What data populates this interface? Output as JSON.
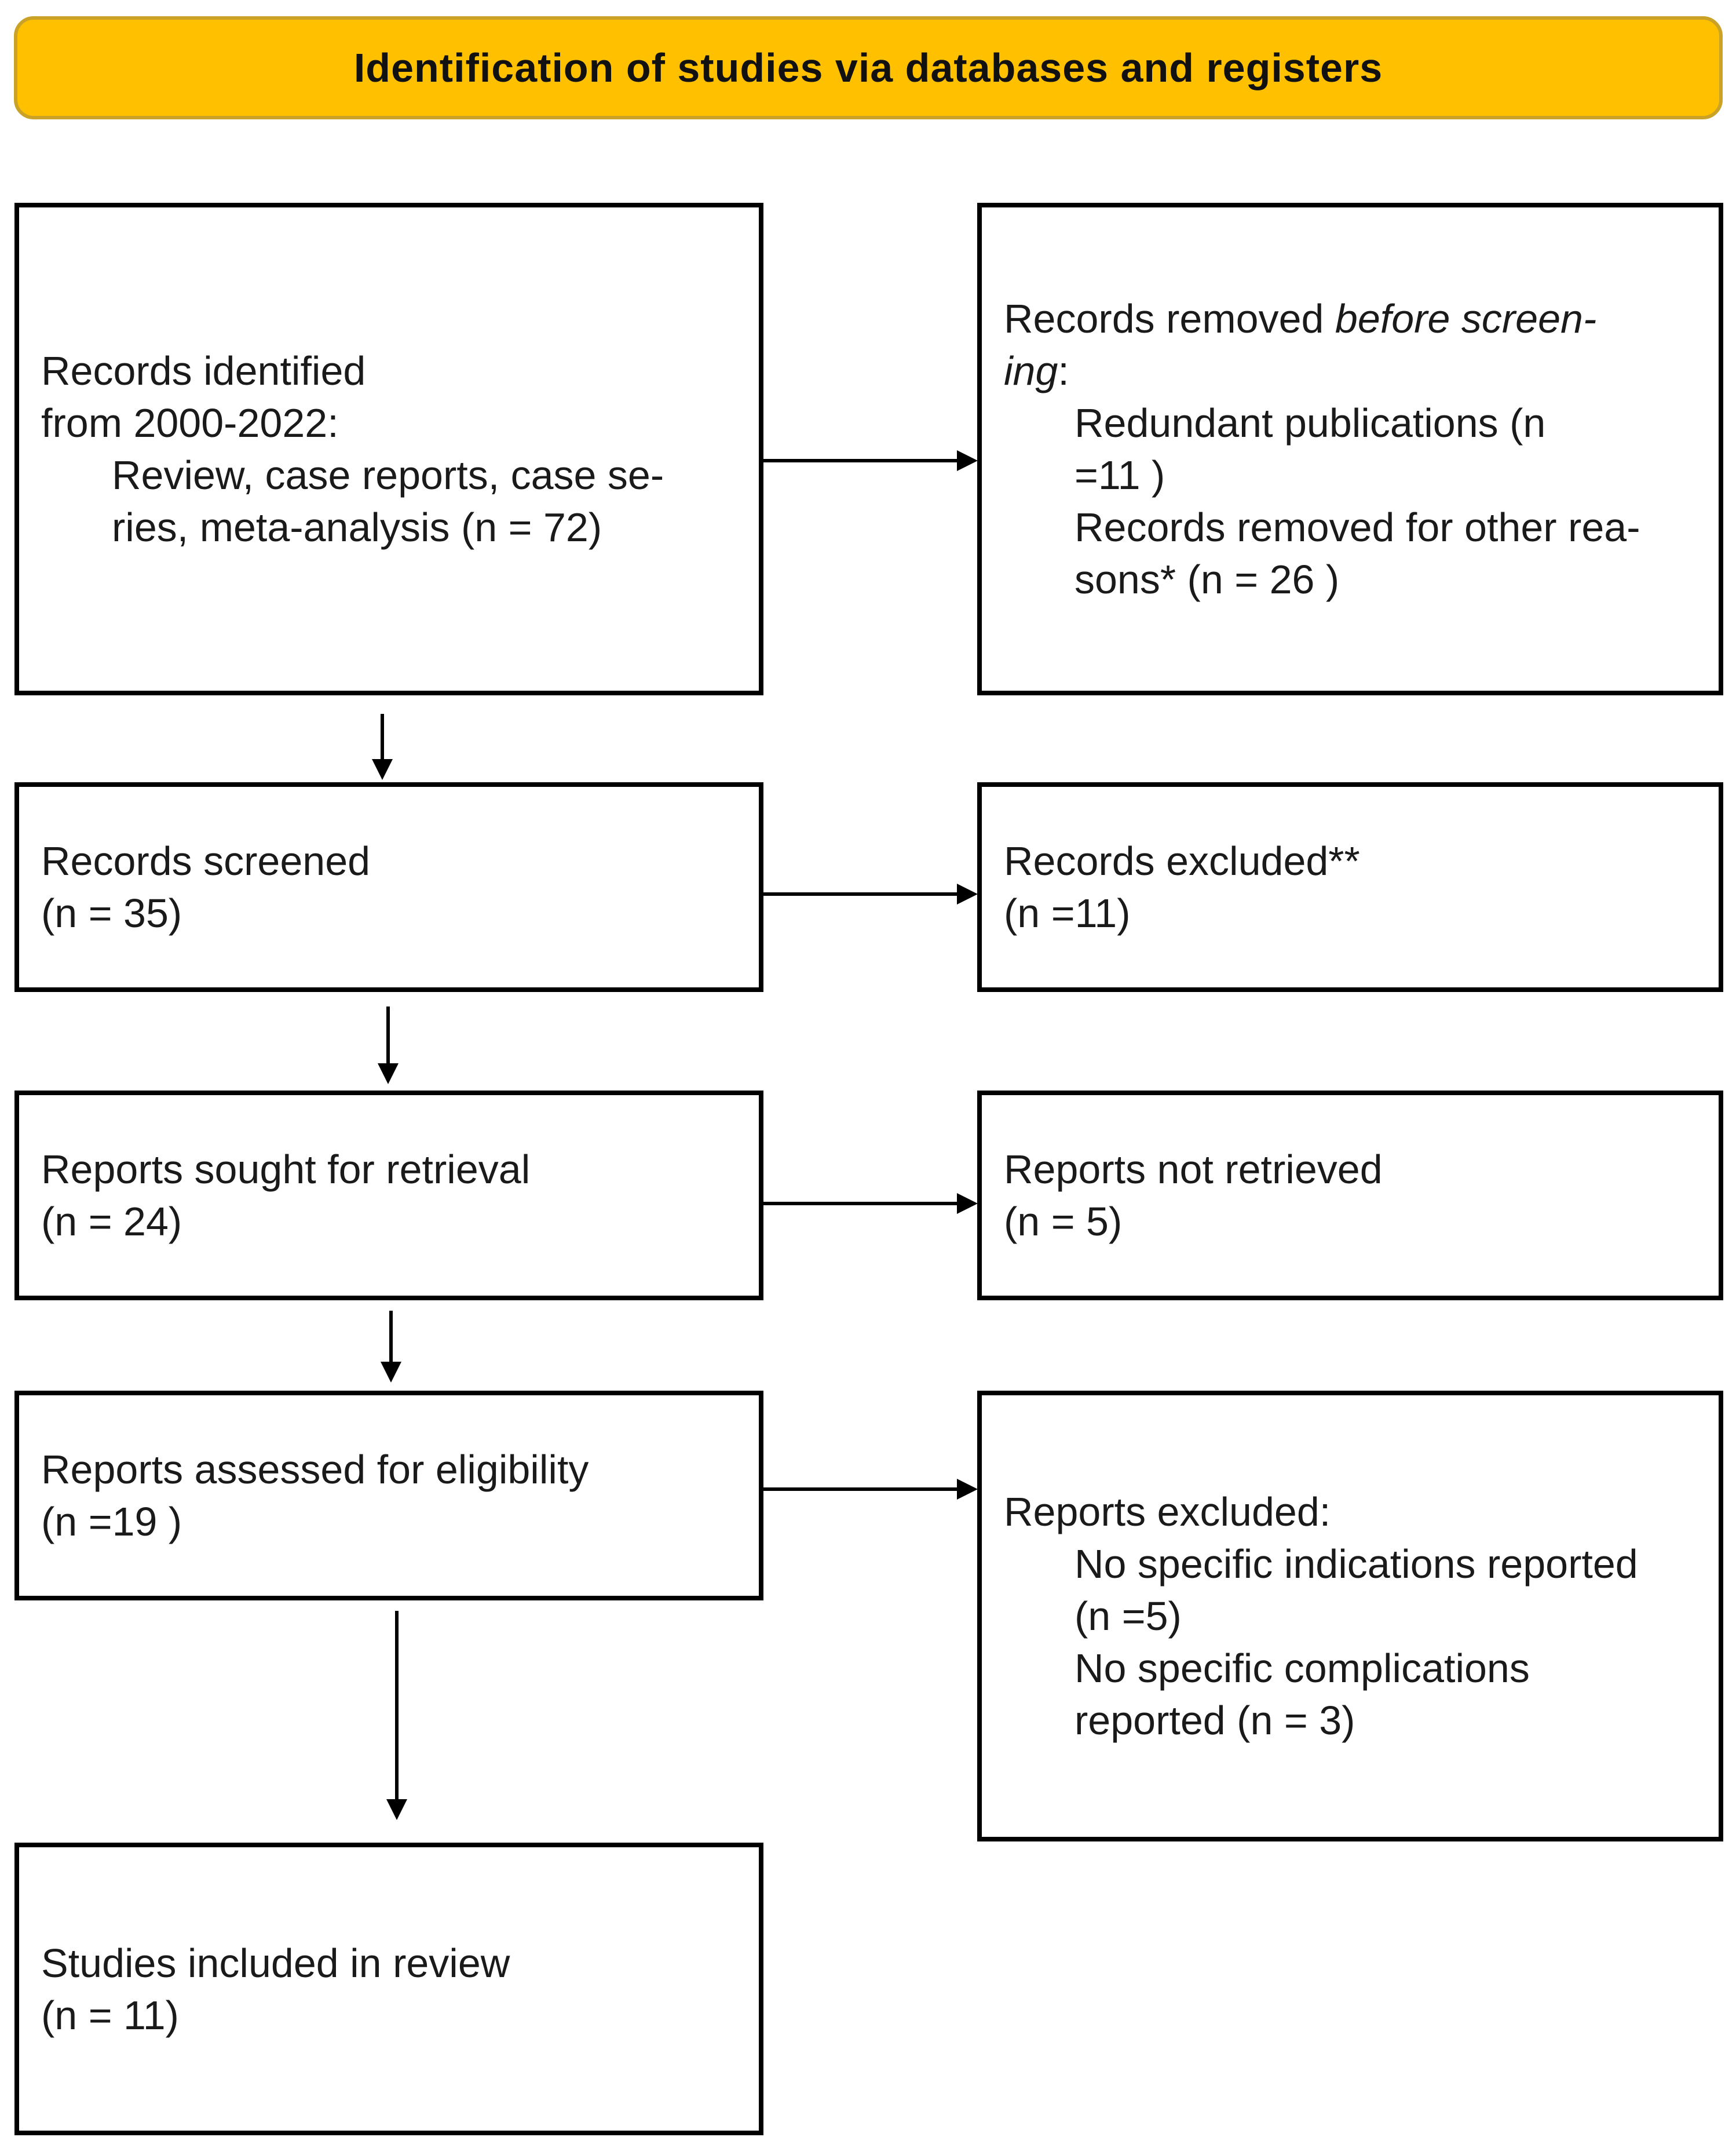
{
  "header": {
    "title": "Identification of studies via databases and registers"
  },
  "left_column": {
    "identified": {
      "line1": "Records identified",
      "line2": "from 2000-2022:",
      "line3": "Review, case reports, case se-",
      "line4": "ries, meta-analysis (n = 72)"
    },
    "screened": {
      "label": "Records screened",
      "count": "(n = 35)"
    },
    "sought": {
      "label": "Reports sought for retrieval",
      "count": "(n = 24)"
    },
    "assessed": {
      "label": "Reports assessed for eligibility",
      "count": "(n =19 )"
    },
    "included": {
      "label": "Studies included in review",
      "count": "(n = 11)"
    }
  },
  "right_column": {
    "removed": {
      "line1_prefix": "Records removed ",
      "line1_italic": "before screen-",
      "line2_italic": "ing",
      "line2_suffix": ":",
      "item1_line1": "Redundant publications (n",
      "item1_line2": "=11 )",
      "item2_line1": "Records removed for other rea-",
      "item2_line2": "sons* (n = 26 )"
    },
    "excluded": {
      "label": "Records excluded**",
      "count": "(n =11)"
    },
    "not_retrieved": {
      "label": "Reports not retrieved",
      "count": "(n = 5)"
    },
    "reports_excluded": {
      "label": "Reports excluded:",
      "item1_line1": "No specific indications reported",
      "item1_line2": "(n =5)",
      "item2_line1": "No specific complications",
      "item2_line2": "reported (n = 3)"
    }
  }
}
